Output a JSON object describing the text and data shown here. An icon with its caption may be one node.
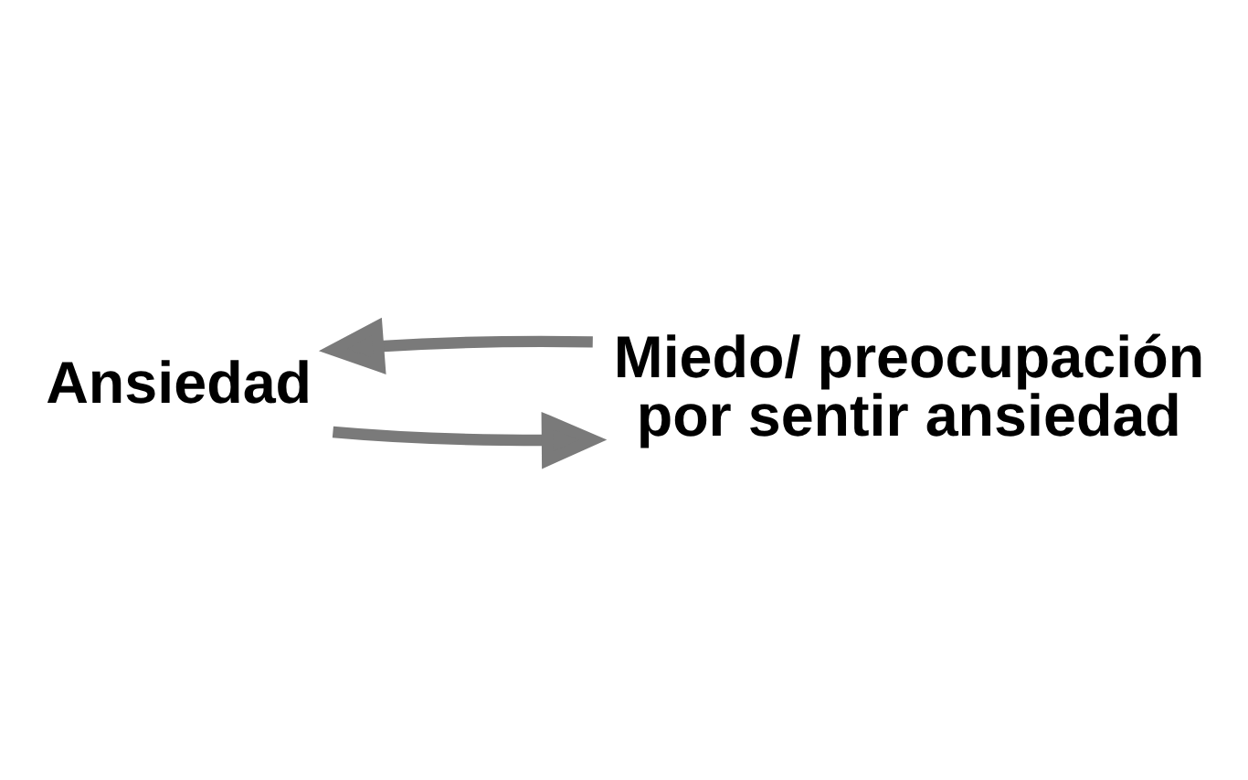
{
  "diagram": {
    "nodes": [
      {
        "text": [
          "Ansiedad"
        ]
      },
      {
        "text": [
          "Miedo/ preocupación por sentir ansiedad"
        ]
      }
    ],
    "edges": [
      {
        "from": 0,
        "to": 1,
        "arrow": "to"
      },
      {
        "from": 1,
        "to": 0,
        "arrow": "to"
      }
    ]
  }
}
